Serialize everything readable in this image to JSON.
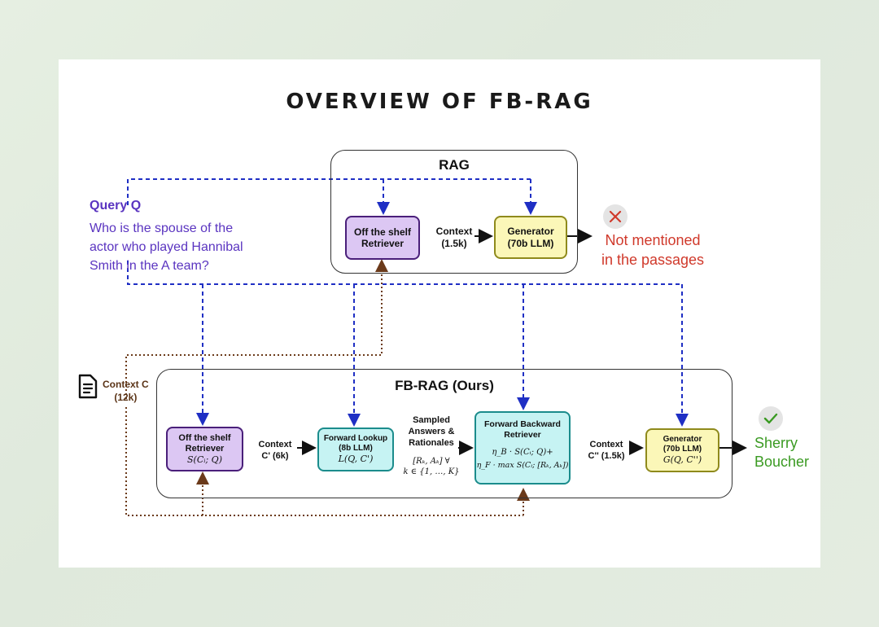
{
  "title": "OVERVIEW OF FB-RAG",
  "rag": {
    "title": "RAG",
    "retriever": {
      "line1": "Off the shelf",
      "line2": "Retriever"
    },
    "context_label": {
      "line1": "Context",
      "line2": "(1.5k)"
    },
    "generator": {
      "line1": "Generator",
      "line2": "(70b LLM)"
    },
    "answer": {
      "line1": "Not mentioned",
      "line2": "in the passages"
    }
  },
  "query": {
    "title": "Query Q",
    "lines": [
      "Who is the spouse of the",
      "actor who played Hannibal",
      "Smith in the A team?"
    ]
  },
  "context_doc": {
    "line1": "Context C",
    "line2": "(12k)"
  },
  "fbrag": {
    "title": "FB-RAG (Ours)",
    "retriever": {
      "line1": "Off the shelf",
      "line2": "Retriever",
      "formula": "S(Cᵢ; Q)"
    },
    "context1": {
      "line1": "Context",
      "line2": "C' (6k)"
    },
    "forward_lookup": {
      "line1": "Forward Lookup",
      "line2": "(8b LLM)",
      "formula": "L(Q, C')"
    },
    "sampled": {
      "line1": "Sampled",
      "line2": "Answers &",
      "line3": "Rationales",
      "formula1": "[Rₖ, Aₖ] ∀",
      "formula2": "k ∈ {1, …, K}"
    },
    "fb_retriever": {
      "line1": "Forward Backward",
      "line2": "Retriever",
      "formula1": "η_B · S(Cᵢ; Q)+",
      "formula2": "η_F · max S(Cᵢ; [Rₖ, Aₖ])"
    },
    "context2": {
      "line1": "Context",
      "line2": "C'' (1.5k)"
    },
    "generator": {
      "line1": "Generator",
      "line2": "(70b LLM)",
      "formula": "G(Q, C'')"
    },
    "answer": {
      "line1": "Sherry",
      "line2": "Boucher"
    }
  },
  "colors": {
    "blue_dashed": "#1f2fc4",
    "brown_dotted": "#6b3a1a",
    "wrong": "#d0392b",
    "right": "#3a9a22"
  }
}
